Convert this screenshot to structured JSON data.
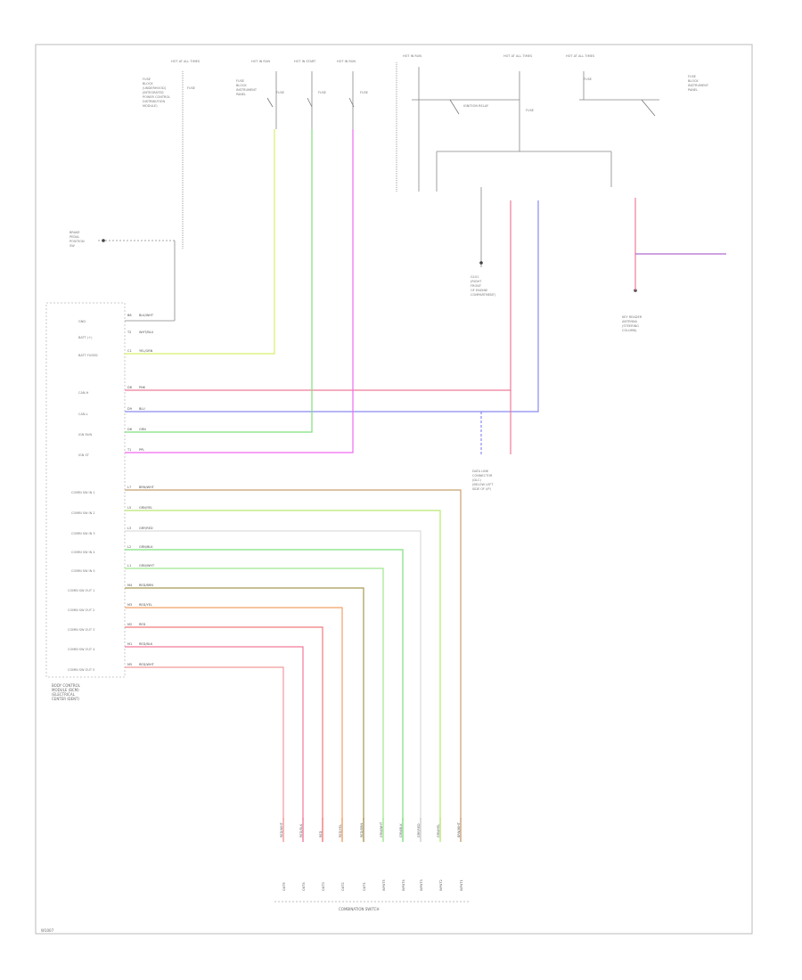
{
  "page": {
    "id": "W1007"
  },
  "colors": {
    "pink": "#f07a9a",
    "red": "#f27a7a",
    "blue": "#8a8af2",
    "green": "#7ee07e",
    "yellowgreen": "#d8f06a",
    "magenta": "#f06af0",
    "orange": "#f2a064",
    "brown": "#c8a070",
    "darkgreen_brown": "#a89a50",
    "gray": "#dddddd",
    "wire_black": "#555555"
  },
  "top_blocks": [
    {
      "id": "fuse1",
      "head": "HOT AT ALL TIMES",
      "lines": [
        "FUSE",
        "BLOCK",
        "(UNDERHOOD)",
        "(INTEGRATED",
        "POWER CONTROL",
        "DISTRIBUTION",
        "MODULE)",
        "FUSE"
      ]
    },
    {
      "id": "fuse2",
      "head": "HOT IN RUN",
      "lines": [
        "FUSE",
        "BLOCK",
        "INSTRUMENT",
        "PANEL",
        "FUSE"
      ]
    },
    {
      "id": "fuse3",
      "head": "HOT IN START",
      "lines": [
        "FUSE"
      ]
    },
    {
      "id": "fuse4",
      "head": "HOT IN RUN",
      "lines": [
        "FUSE"
      ]
    },
    {
      "id": "relay",
      "head": "HOT IN RUN",
      "lines": [
        "IGNITION RELAY"
      ]
    },
    {
      "id": "fuse5",
      "head": "HOT AT ALL TIMES",
      "lines": [
        "FUSE"
      ]
    },
    {
      "id": "fuse6",
      "head": "HOT AT ALL TIMES",
      "lines": [
        "FUSE",
        "BLOCK",
        "INSTRUMENT",
        "PANEL",
        "FUSE"
      ]
    }
  ],
  "modules": {
    "bcm": {
      "lines": [
        "BODY CONTROL",
        "MODULE (BCM)",
        "(ELECTRICAL",
        "CENTER IDENT)"
      ]
    },
    "ground": {
      "lines": [
        "BRAKE",
        "PEDAL",
        "POSITION",
        "SW"
      ]
    },
    "g1": {
      "lines": [
        "G101",
        "(RIGHT",
        "FRONT",
        "OF ENGINE",
        "COMPARTMENT)"
      ]
    },
    "data_link": {
      "lines": [
        "DATA LINK",
        "CONNECTOR",
        "(DLC)",
        "(BELOW LEFT",
        "SIDE OF I/P)"
      ]
    },
    "antenna": {
      "lines": [
        "KEY READER",
        "ANTENNA",
        "(STEERING",
        "COLUMN)"
      ]
    },
    "combo_switch": {
      "label": "COMBINATION SWITCH"
    }
  },
  "bcm_pins": [
    {
      "label": "GND",
      "pin": "B8",
      "wire": "BLK/WHT"
    },
    {
      "label": "BATT (+)",
      "pin": "T2",
      "wire": "WHT/BLU"
    },
    {
      "label": "BATT FUSED",
      "pin": "C1",
      "wire": "YEL/GRN"
    },
    {
      "label": "CAN-H",
      "pin": "D8",
      "wire": "PNK"
    },
    {
      "label": "CAN-L",
      "pin": "D9",
      "wire": "BLU"
    },
    {
      "label": "IGN RUN",
      "pin": "D6",
      "wire": "GRN"
    },
    {
      "label": "IGN ST",
      "pin": "T1",
      "wire": "PPL"
    },
    {
      "label": "COMBI SW IN 1",
      "pin": "L7",
      "wire": "BRN/WHT"
    },
    {
      "label": "COMBI SW IN 2",
      "pin": "L5",
      "wire": "GRN/YEL"
    },
    {
      "label": "COMBI SW IN 3",
      "pin": "L3",
      "wire": "GRY/RED"
    },
    {
      "label": "COMBI SW IN 4",
      "pin": "L2",
      "wire": "GRN/BLK"
    },
    {
      "label": "COMBI SW IN 5",
      "pin": "L1",
      "wire": "GRN/WHT"
    },
    {
      "label": "COMBI SW OUT 1",
      "pin": "M4",
      "wire": "RED/BRN"
    },
    {
      "label": "COMBI SW OUT 2",
      "pin": "M3",
      "wire": "RED/YEL"
    },
    {
      "label": "COMBI SW OUT 3",
      "pin": "M2",
      "wire": "RED"
    },
    {
      "label": "COMBI SW OUT 4",
      "pin": "M1",
      "wire": "RED/BLK"
    },
    {
      "label": "COMBI SW OUT 5",
      "pin": "M5",
      "wire": "RED/WHT"
    }
  ],
  "switch_pins": [
    {
      "wire": "RED/WHT",
      "pin": "OUT5"
    },
    {
      "wire": "RED/BLK",
      "pin": "OUT4"
    },
    {
      "wire": "RED",
      "pin": "OUT3"
    },
    {
      "wire": "RED/YEL",
      "pin": "OUT2"
    },
    {
      "wire": "RED/BRN",
      "pin": "OUT1"
    },
    {
      "wire": "GRN/WHT",
      "pin": "INPUT5"
    },
    {
      "wire": "GRN/BLK",
      "pin": "INPUT4"
    },
    {
      "wire": "GRY/RED",
      "pin": "INPUT3"
    },
    {
      "wire": "GRN/YEL",
      "pin": "INPUT2"
    },
    {
      "wire": "BRN/WHT",
      "pin": "INPUT1"
    }
  ]
}
